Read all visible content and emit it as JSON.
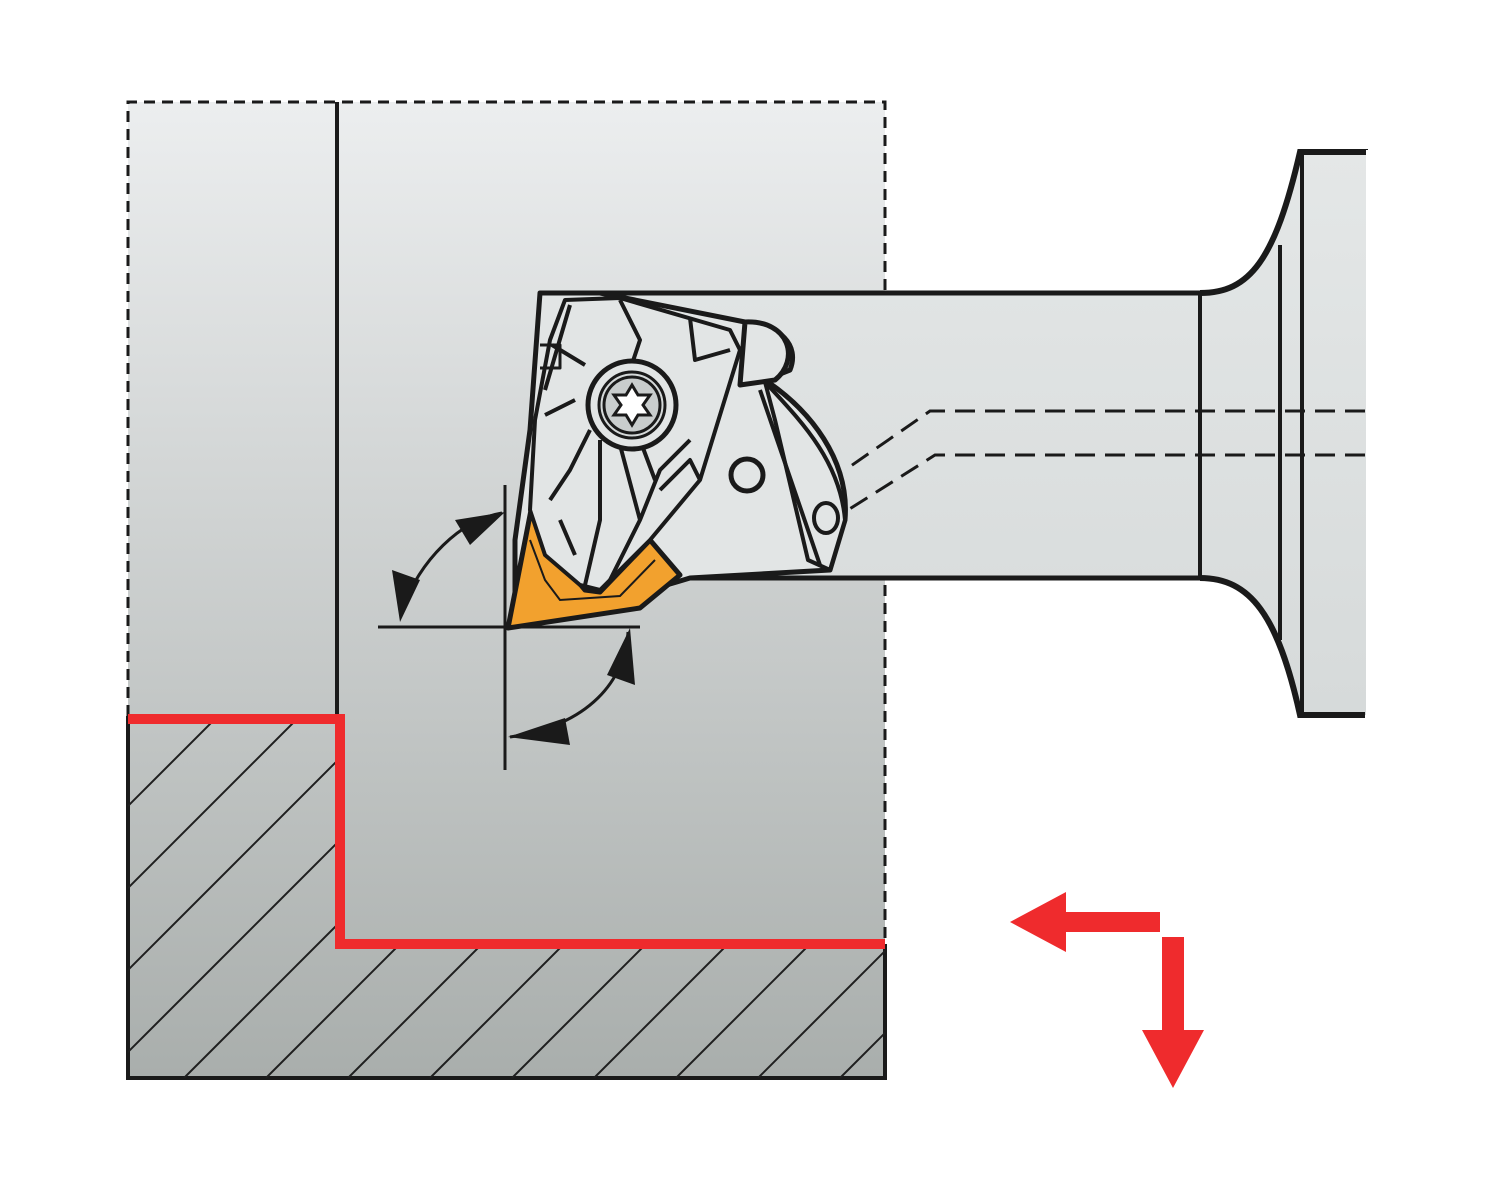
{
  "diagram": {
    "kind": "turning tool diagram",
    "components": [
      "workpiece",
      "machined-section",
      "tool-holder-shank",
      "insert",
      "clamp",
      "screw",
      "coolant-channel",
      "feed-direction-arrows",
      "angle-indicators"
    ],
    "colors": {
      "background": "#ffffff",
      "workpiece_top": "#e9ebec",
      "workpiece_bottom": "#aeb3b2",
      "outline": "#1a1a1a",
      "cut_path": "#ef2b2d",
      "insert": "#f2a12e",
      "holder": "#dfe2e2",
      "hatch": "#1f1f1f"
    },
    "feed_directions": [
      "left",
      "down"
    ]
  }
}
